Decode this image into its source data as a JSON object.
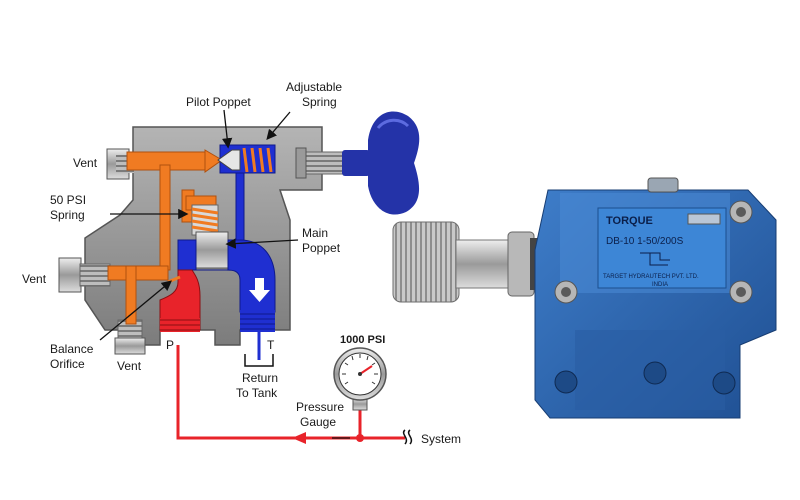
{
  "labels": {
    "pilot_poppet": "Pilot Poppet",
    "adjustable_spring_1": "Adjustable",
    "adjustable_spring_2": "Spring",
    "vent_top": "Vent",
    "psi50_1": "50 PSI",
    "psi50_2": "Spring",
    "main_poppet_1": "Main",
    "main_poppet_2": "Poppet",
    "vent_mid": "Vent",
    "balance_1": "Balance",
    "balance_2": "Orifice",
    "vent_bottom": "Vent",
    "port_p": "P",
    "port_t": "T",
    "return_1": "Return",
    "return_2": "To Tank",
    "gauge_value": "1000 PSI",
    "pressure_1": "Pressure",
    "pressure_2": "Gauge",
    "system": "System"
  },
  "product": {
    "brand": "TORQUE",
    "model": "DB-10 1-50/200S",
    "maker": "TARGET HYDRAUTECH PVT. LTD.",
    "country": "INDIA"
  },
  "colors": {
    "pressure_red": "#e8232a",
    "pilot_orange": "#f07b22",
    "tank_blue": "#1f2fd1",
    "body_gray": "#8f8f8f",
    "valve_blue": "#2c64b0",
    "knob_blue": "#2433a8"
  }
}
